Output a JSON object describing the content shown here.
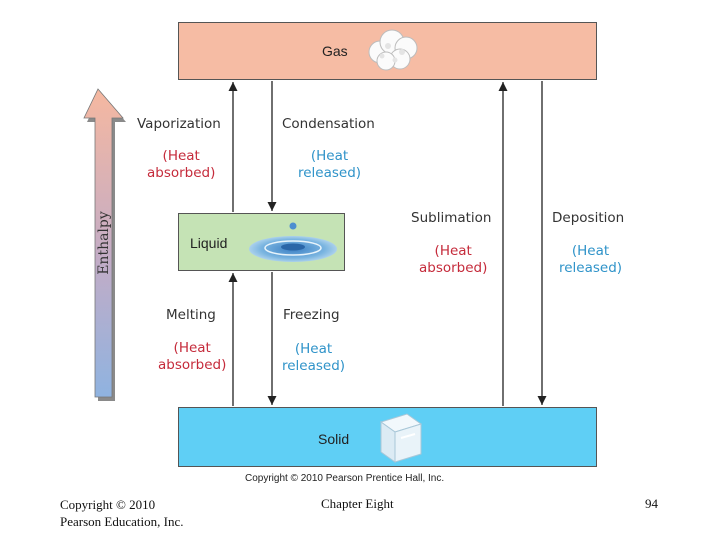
{
  "diagram": {
    "states": {
      "gas": "Gas",
      "liquid": "Liquid",
      "solid": "Solid"
    },
    "axis_label": "Enthalpy",
    "processes": {
      "vaporization": {
        "name": "Vaporization",
        "heat_line1": "(Heat",
        "heat_line2": "absorbed)"
      },
      "condensation": {
        "name": "Condensation",
        "heat_line1": "(Heat",
        "heat_line2": "released)"
      },
      "melting": {
        "name": "Melting",
        "heat_line1": "(Heat",
        "heat_line2": "absorbed)"
      },
      "freezing": {
        "name": "Freezing",
        "heat_line1": "(Heat",
        "heat_line2": "released)"
      },
      "sublimation": {
        "name": "Sublimation",
        "heat_line1": "(Heat",
        "heat_line2": "absorbed)"
      },
      "deposition": {
        "name": "Deposition",
        "heat_line1": "(Heat",
        "heat_line2": "released)"
      }
    },
    "copyright": "Copyright © 2010 Pearson Prentice Hall, Inc.",
    "colors": {
      "gas": "#f6bca4",
      "liquid": "#c5e3b5",
      "solid": "#5fcff5",
      "heat_absorbed": "#c52b3b",
      "heat_released": "#2f93c9"
    }
  },
  "footer": {
    "copyright_line1": "Copyright © 2010",
    "copyright_line2": "Pearson Education, Inc.",
    "chapter": "Chapter Eight",
    "page_number": "94"
  }
}
